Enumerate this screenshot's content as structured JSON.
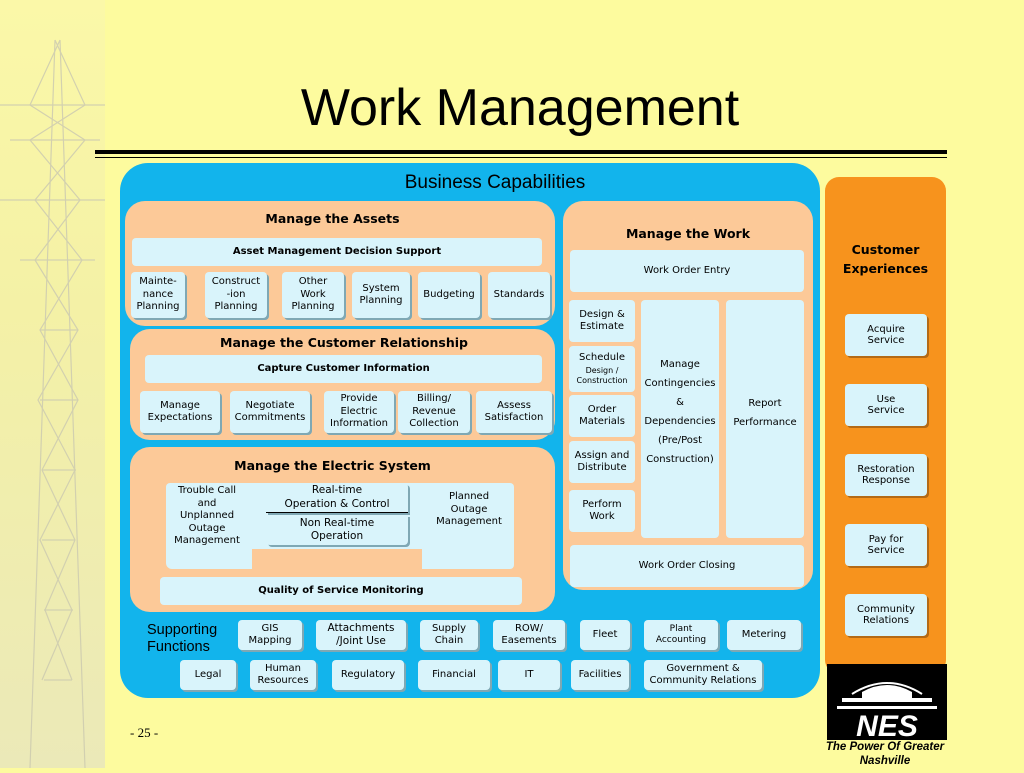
{
  "title": "Work Management",
  "business_capabilities": {
    "title": "Business Capabilities",
    "manage_assets": {
      "title": "Manage the Assets",
      "decision_support": "Asset Management Decision Support",
      "items": [
        "Mainte-\nnance\nPlanning",
        "Construct\n-ion\nPlanning",
        "Other\nWork\nPlanning",
        "System\nPlanning",
        "Budgeting",
        "Standards"
      ]
    },
    "manage_customer": {
      "title": "Manage the Customer Relationship",
      "capture": "Capture Customer Information",
      "items": [
        "Manage\nExpectations",
        "Negotiate\nCommitments",
        "Provide\nElectric\nInformation",
        "Billing/\nRevenue\nCollection",
        "Assess\nSatisfaction"
      ]
    },
    "manage_electric": {
      "title": "Manage the Electric System",
      "trouble": "Trouble Call\nand\nUnplanned\nOutage\nManagement",
      "realtime": "Real-time\nOperation & Control",
      "nonrealtime": "Non Real-time\nOperation",
      "planned": "Planned\nOutage\nManagement",
      "quality": "Quality of Service Monitoring"
    },
    "manage_work": {
      "title": "Manage the Work",
      "entry": "Work Order Entry",
      "design": "Design &\nEstimate",
      "schedule": "Schedule",
      "schedule_sub": "Design /\nConstruction",
      "order": "Order\nMaterials",
      "assign": "Assign and\nDistribute",
      "perform": "Perform\nWork",
      "contingencies": "Manage\nContingencies\n&\nDependencies\n(Pre/Post\nConstruction)",
      "report": "Report\nPerformance",
      "closing": "Work Order Closing"
    },
    "supporting": {
      "label": "Supporting\nFunctions",
      "row1": [
        "GIS\nMapping",
        "Attachments\n/Joint Use",
        "Supply\nChain",
        "ROW/\nEasements",
        "Fleet",
        "Plant\nAccounting",
        "Metering"
      ],
      "row2": [
        "Legal",
        "Human\nResources",
        "Regulatory",
        "Financial",
        "IT",
        "Facilities",
        "Government &\nCommunity Relations"
      ]
    }
  },
  "customer_experiences": {
    "title": "Customer\nExperiences",
    "items": [
      "Acquire\nService",
      "Use\nService",
      "Restoration\nResponse",
      "Pay for\nService",
      "Community\nRelations"
    ]
  },
  "footer": {
    "page": "- 25 -",
    "logo_text": "NES",
    "tagline": "The Power Of Greater\nNashville"
  },
  "colors": {
    "background": "#fdfb9e",
    "panel_blue": "#12b4ec",
    "section_orange": "#fcc998",
    "box_light": "#d9f4fb",
    "customer_orange": "#f7931d"
  },
  "icons": [
    "transmission-tower-image",
    "nes-logo"
  ]
}
